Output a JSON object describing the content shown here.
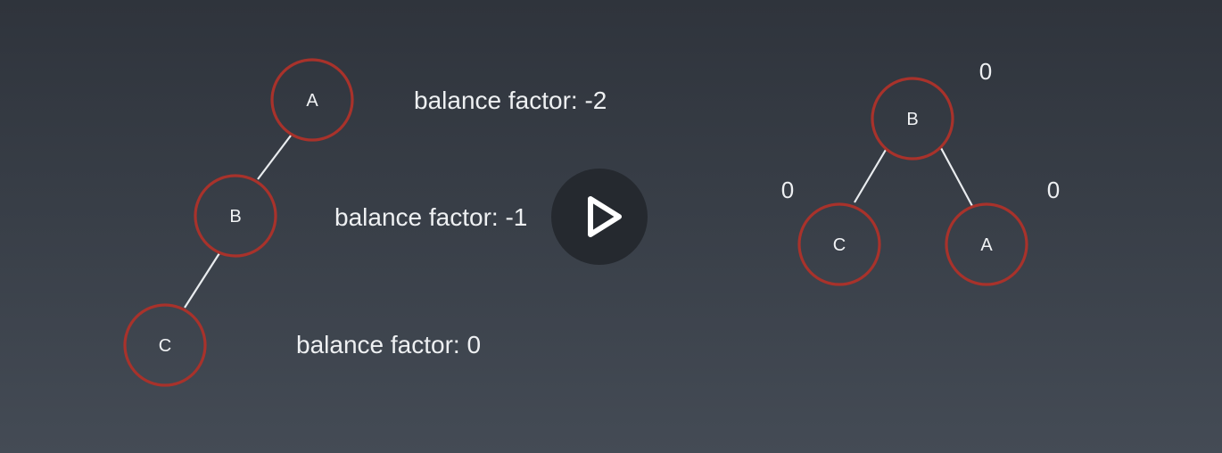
{
  "left_tree": {
    "nodes": {
      "a": "A",
      "b": "B",
      "c": "C"
    },
    "balance_factors": {
      "a": "balance factor: -2",
      "b": "balance factor: -1",
      "c": "balance factor: 0"
    }
  },
  "right_tree": {
    "nodes": {
      "b": "B",
      "c": "C",
      "a": "A"
    },
    "balance_factors": {
      "b": "0",
      "c": "0",
      "a": "0"
    }
  },
  "colors": {
    "node_outline": "#a8322b",
    "edge": "#e9ecef",
    "text": "#eef0f2",
    "play_button": "#25292f"
  },
  "icons": {
    "play": "play-icon"
  }
}
